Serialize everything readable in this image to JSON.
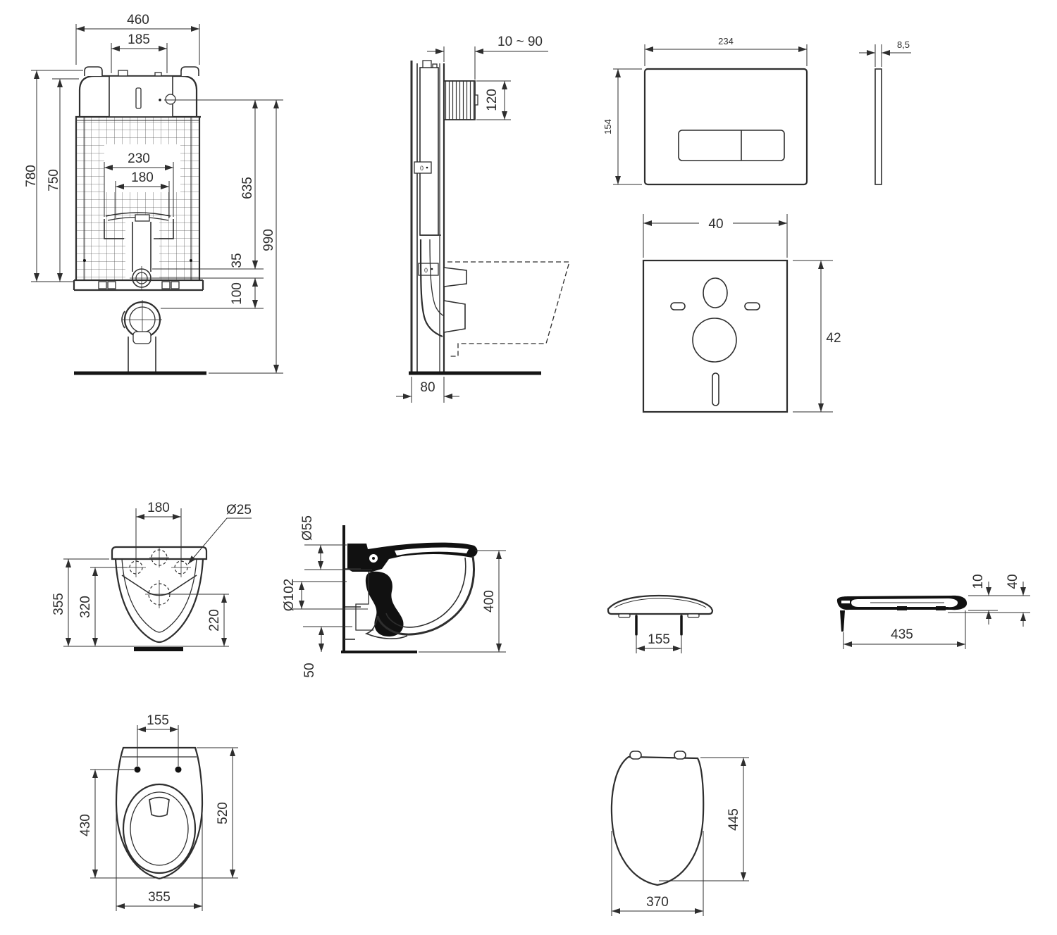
{
  "page": {
    "background": "#ffffff",
    "line_color": "#2e2e2e",
    "solid_fill_color": "#111111"
  },
  "views": {
    "cistern_front": {
      "dims": {
        "width": "460",
        "tank_width": "185",
        "height_outer": "780",
        "height_inner": "750",
        "bracket_width": "230",
        "pipe_width": "180",
        "height_mid": "635",
        "height_total": "990",
        "offset_top": "35",
        "offset_drain": "100"
      }
    },
    "frame_side": {
      "dims": {
        "wall_distance": "10 ~ 90",
        "inlet_height": "120",
        "frame_depth": "80"
      },
      "marks": {
        "port": "0"
      }
    },
    "flush_plate_front": {
      "dims": {
        "width": "234",
        "height": "154"
      }
    },
    "flush_plate_side": {
      "dims": {
        "thickness": "8,5"
      }
    },
    "sound_mat": {
      "dims": {
        "width": "40",
        "height": "42"
      }
    },
    "bowl_rear": {
      "dims": {
        "hole_spacing": "180",
        "hole_diameter": "Ø25",
        "height_total": "355",
        "height_holes": "320",
        "height_outlet": "220"
      }
    },
    "bowl_side": {
      "dims": {
        "inlet_diameter": "Ø55",
        "outlet_diameter": "Ø102",
        "projection": "400",
        "bottom_clearance": "50"
      }
    },
    "seat_front": {
      "dims": {
        "hinge_spacing": "155"
      }
    },
    "seat_side": {
      "dims": {
        "lid_thickness": "10",
        "total_height": "40",
        "length": "435"
      }
    },
    "bowl_top": {
      "dims": {
        "hole_spacing": "155",
        "rim_length": "430",
        "total_length": "520",
        "width": "355"
      }
    },
    "seat_top": {
      "dims": {
        "length": "445",
        "width": "370"
      }
    }
  }
}
